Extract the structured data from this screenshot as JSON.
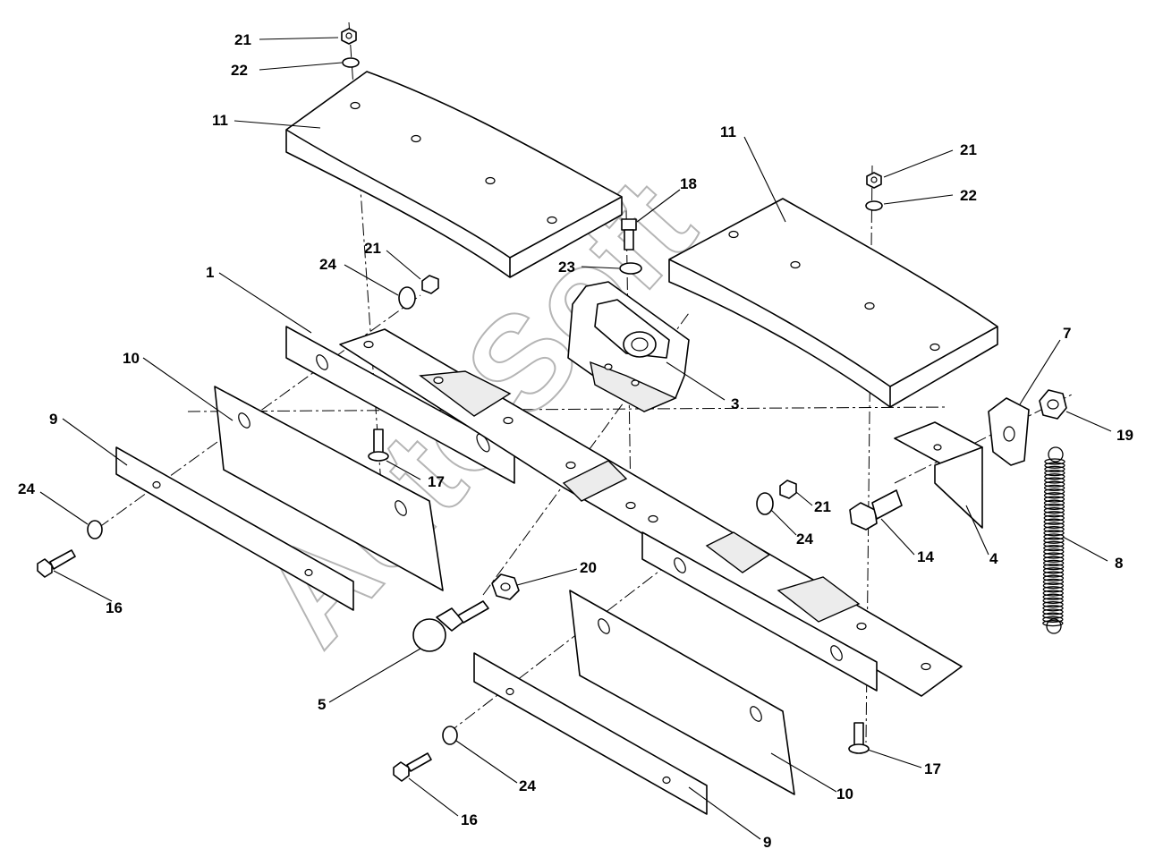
{
  "watermark": "AutoSoft",
  "callouts": {
    "c1": "1",
    "c3": "3",
    "c4": "4",
    "c5": "5",
    "c7": "7",
    "c8": "8",
    "c9a": "9",
    "c9b": "9",
    "c10a": "10",
    "c10b": "10",
    "c11a": "11",
    "c11b": "11",
    "c14": "14",
    "c16a": "16",
    "c16b": "16",
    "c17a": "17",
    "c17b": "17",
    "c18": "18",
    "c19": "19",
    "c20": "20",
    "c21a": "21",
    "c21b": "21",
    "c21c": "21",
    "c21d": "21",
    "c22a": "22",
    "c22b": "22",
    "c23": "23",
    "c24a": "24",
    "c24b": "24",
    "c24c": "24",
    "c24d": "24"
  },
  "colors": {
    "line": "#000000",
    "background": "#ffffff",
    "watermark": "#b5b5b5"
  }
}
